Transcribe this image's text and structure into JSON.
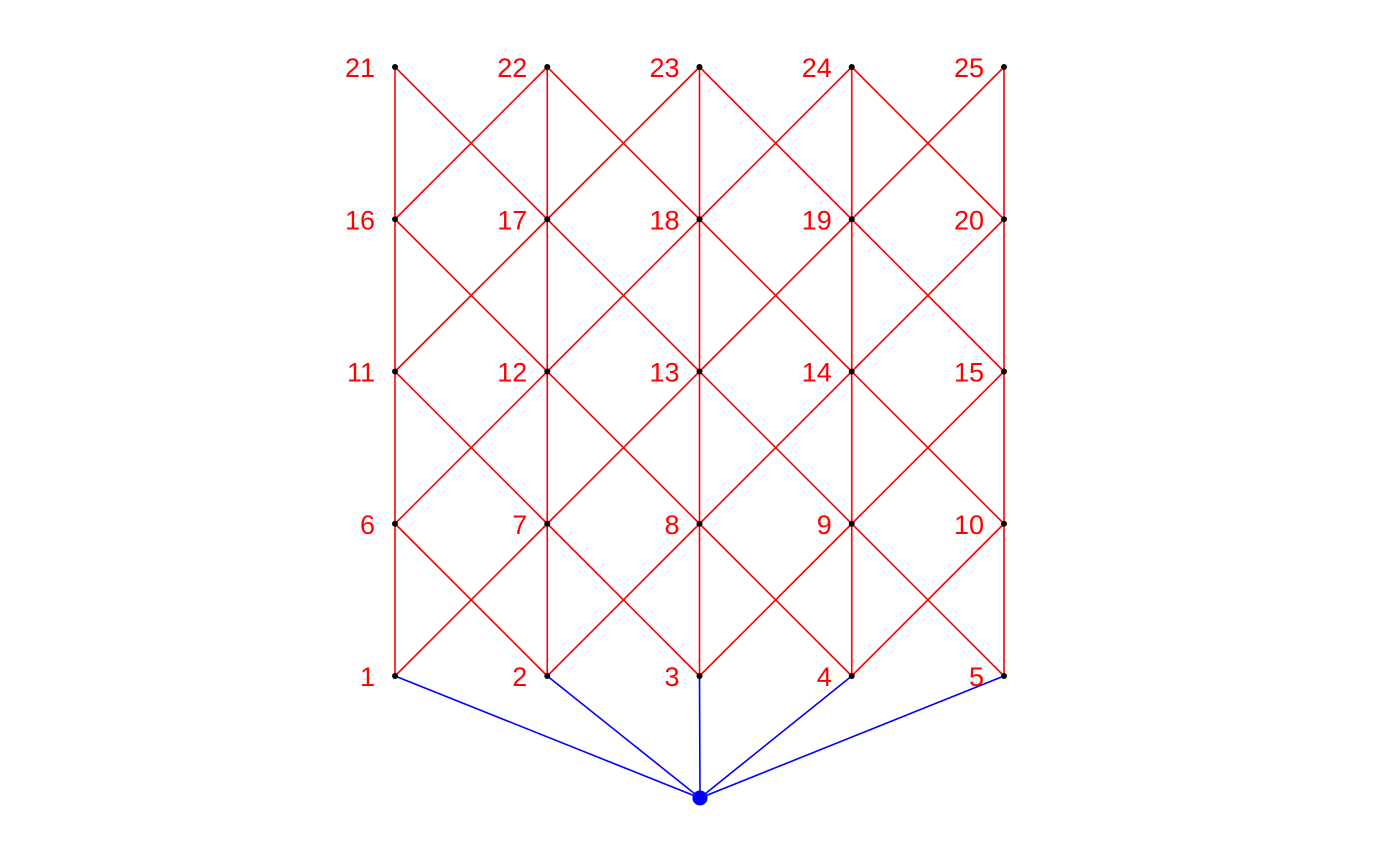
{
  "diagram": {
    "colors": {
      "grid_edges": "#ff0000",
      "root_edges": "#0000ff",
      "root_node": "#0000ff",
      "grid_nodes": "#000000",
      "labels": "#ff0000",
      "background": "#ffffff"
    },
    "grid": {
      "columns": 5,
      "rows": 5,
      "nodes": [
        {
          "id": 1,
          "label": "1",
          "col": 0,
          "row": 0
        },
        {
          "id": 2,
          "label": "2",
          "col": 1,
          "row": 0
        },
        {
          "id": 3,
          "label": "3",
          "col": 2,
          "row": 0
        },
        {
          "id": 4,
          "label": "4",
          "col": 3,
          "row": 0
        },
        {
          "id": 5,
          "label": "5",
          "col": 4,
          "row": 0
        },
        {
          "id": 6,
          "label": "6",
          "col": 0,
          "row": 1
        },
        {
          "id": 7,
          "label": "7",
          "col": 1,
          "row": 1
        },
        {
          "id": 8,
          "label": "8",
          "col": 2,
          "row": 1
        },
        {
          "id": 9,
          "label": "9",
          "col": 3,
          "row": 1
        },
        {
          "id": 10,
          "label": "10",
          "col": 4,
          "row": 1
        },
        {
          "id": 11,
          "label": "11",
          "col": 0,
          "row": 2
        },
        {
          "id": 12,
          "label": "12",
          "col": 1,
          "row": 2
        },
        {
          "id": 13,
          "label": "13",
          "col": 2,
          "row": 2
        },
        {
          "id": 14,
          "label": "14",
          "col": 3,
          "row": 2
        },
        {
          "id": 15,
          "label": "15",
          "col": 4,
          "row": 2
        },
        {
          "id": 16,
          "label": "16",
          "col": 0,
          "row": 3
        },
        {
          "id": 17,
          "label": "17",
          "col": 1,
          "row": 3
        },
        {
          "id": 18,
          "label": "18",
          "col": 2,
          "row": 3
        },
        {
          "id": 19,
          "label": "19",
          "col": 3,
          "row": 3
        },
        {
          "id": 20,
          "label": "20",
          "col": 4,
          "row": 3
        },
        {
          "id": 21,
          "label": "21",
          "col": 0,
          "row": 4
        },
        {
          "id": 22,
          "label": "22",
          "col": 1,
          "row": 4
        },
        {
          "id": 23,
          "label": "23",
          "col": 2,
          "row": 4
        },
        {
          "id": 24,
          "label": "24",
          "col": 3,
          "row": 4
        },
        {
          "id": 25,
          "label": "25",
          "col": 4,
          "row": 4
        }
      ],
      "edge_types": [
        "vertical",
        "diagonal-up-right",
        "diagonal-up-left"
      ]
    },
    "root": {
      "connects_to": [
        1,
        2,
        3,
        4,
        5
      ]
    }
  }
}
